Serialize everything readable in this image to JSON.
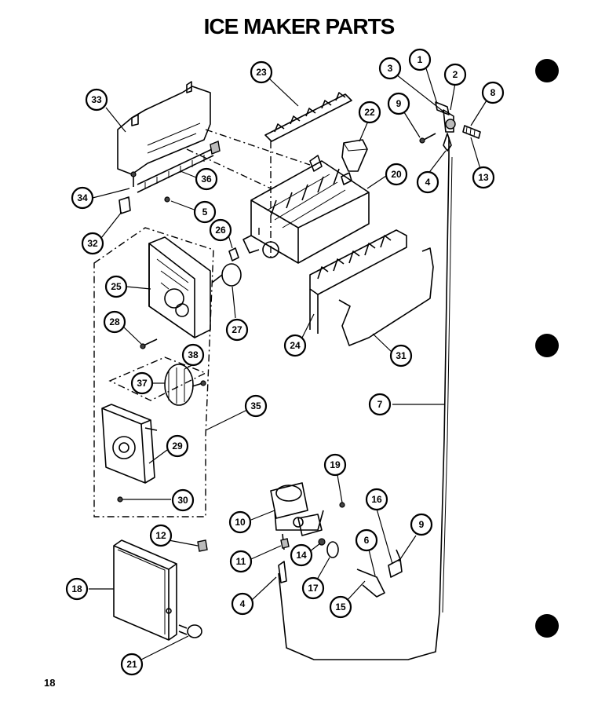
{
  "title": "ICE MAKER PARTS",
  "page_number": "18",
  "callouts": [
    {
      "label": "1"
    },
    {
      "label": "2"
    },
    {
      "label": "3"
    },
    {
      "label": "8"
    },
    {
      "label": "9"
    },
    {
      "label": "13"
    },
    {
      "label": "4"
    },
    {
      "label": "22"
    },
    {
      "label": "20"
    },
    {
      "label": "23"
    },
    {
      "label": "33"
    },
    {
      "label": "36"
    },
    {
      "label": "34"
    },
    {
      "label": "5"
    },
    {
      "label": "32"
    },
    {
      "label": "26"
    },
    {
      "label": "25"
    },
    {
      "label": "27"
    },
    {
      "label": "28"
    },
    {
      "label": "24"
    },
    {
      "label": "31"
    },
    {
      "label": "38"
    },
    {
      "label": "37"
    },
    {
      "label": "35"
    },
    {
      "label": "7"
    },
    {
      "label": "29"
    },
    {
      "label": "30"
    },
    {
      "label": "19"
    },
    {
      "label": "16"
    },
    {
      "label": "10"
    },
    {
      "label": "9"
    },
    {
      "label": "12"
    },
    {
      "label": "6"
    },
    {
      "label": "11"
    },
    {
      "label": "14"
    },
    {
      "label": "18"
    },
    {
      "label": "17"
    },
    {
      "label": "4"
    },
    {
      "label": "15"
    },
    {
      "label": "21"
    }
  ]
}
